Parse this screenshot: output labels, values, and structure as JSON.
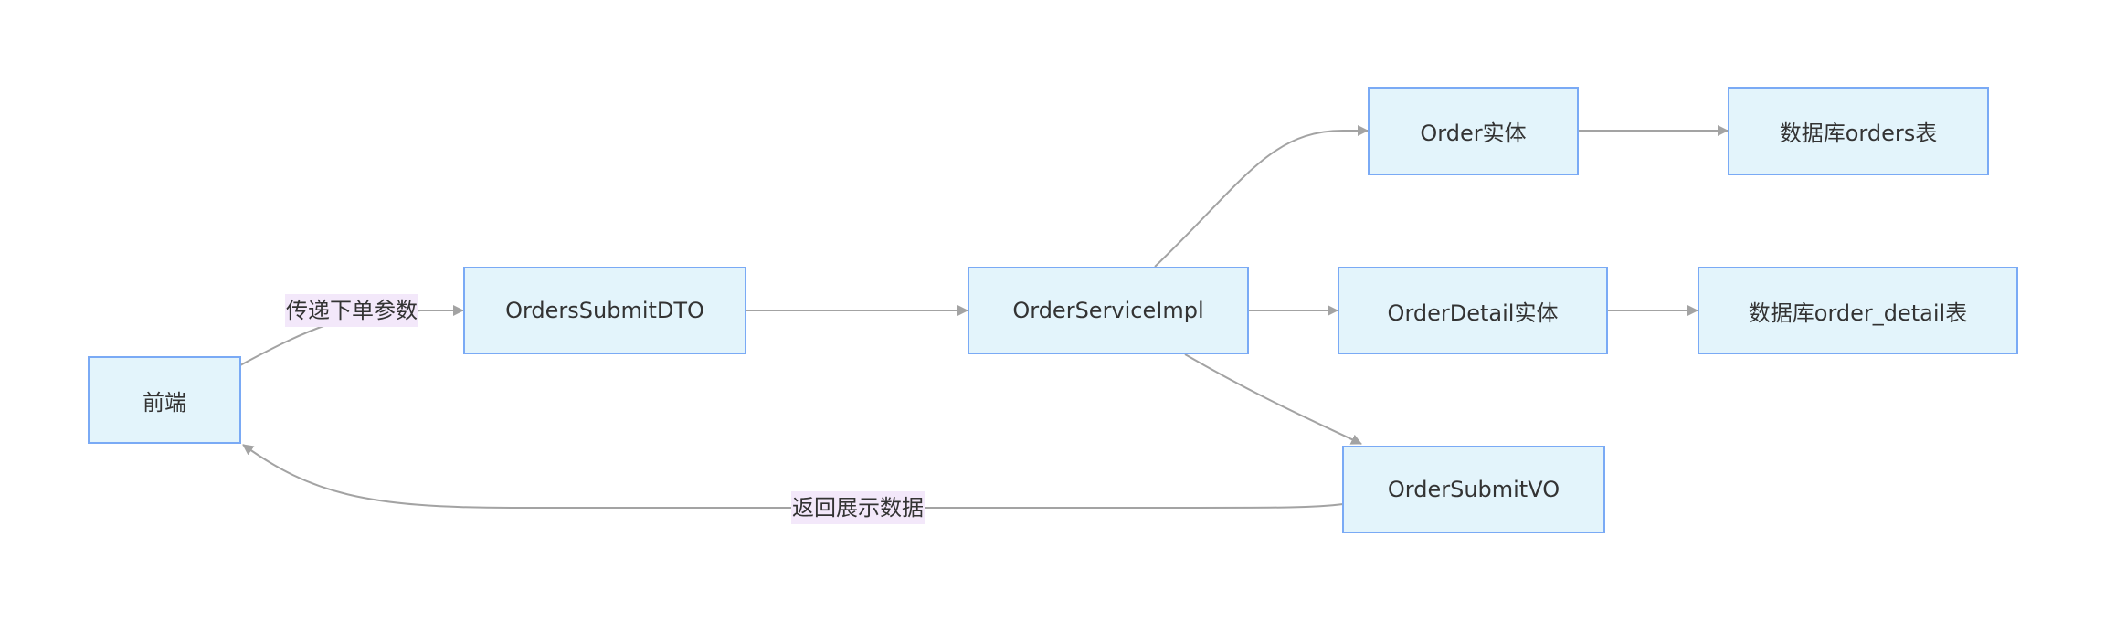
{
  "colors": {
    "node_fill": "#e3f4fb",
    "node_border": "#7aaaf5",
    "edge": "#a3a3a3",
    "label_bg": "#f3e8fa",
    "text": "#333333"
  },
  "nodes": {
    "frontend": "前端",
    "orders_submit_dto": "OrdersSubmitDTO",
    "order_service_impl": "OrderServiceImpl",
    "order_entity": "Order实体",
    "orders_table": "数据库orders表",
    "order_detail_entity": "OrderDetail实体",
    "order_detail_table": "数据库order_detail表",
    "order_submit_vo": "OrderSubmitVO"
  },
  "edge_labels": {
    "pass_params": "传递下单参数",
    "return_data": "返回展示数据"
  },
  "edges": [
    {
      "from": "frontend",
      "to": "orders_submit_dto",
      "label": "pass_params"
    },
    {
      "from": "orders_submit_dto",
      "to": "order_service_impl"
    },
    {
      "from": "order_service_impl",
      "to": "order_entity"
    },
    {
      "from": "order_entity",
      "to": "orders_table"
    },
    {
      "from": "order_service_impl",
      "to": "order_detail_entity"
    },
    {
      "from": "order_detail_entity",
      "to": "order_detail_table"
    },
    {
      "from": "order_service_impl",
      "to": "order_submit_vo"
    },
    {
      "from": "order_submit_vo",
      "to": "frontend",
      "label": "return_data"
    }
  ]
}
